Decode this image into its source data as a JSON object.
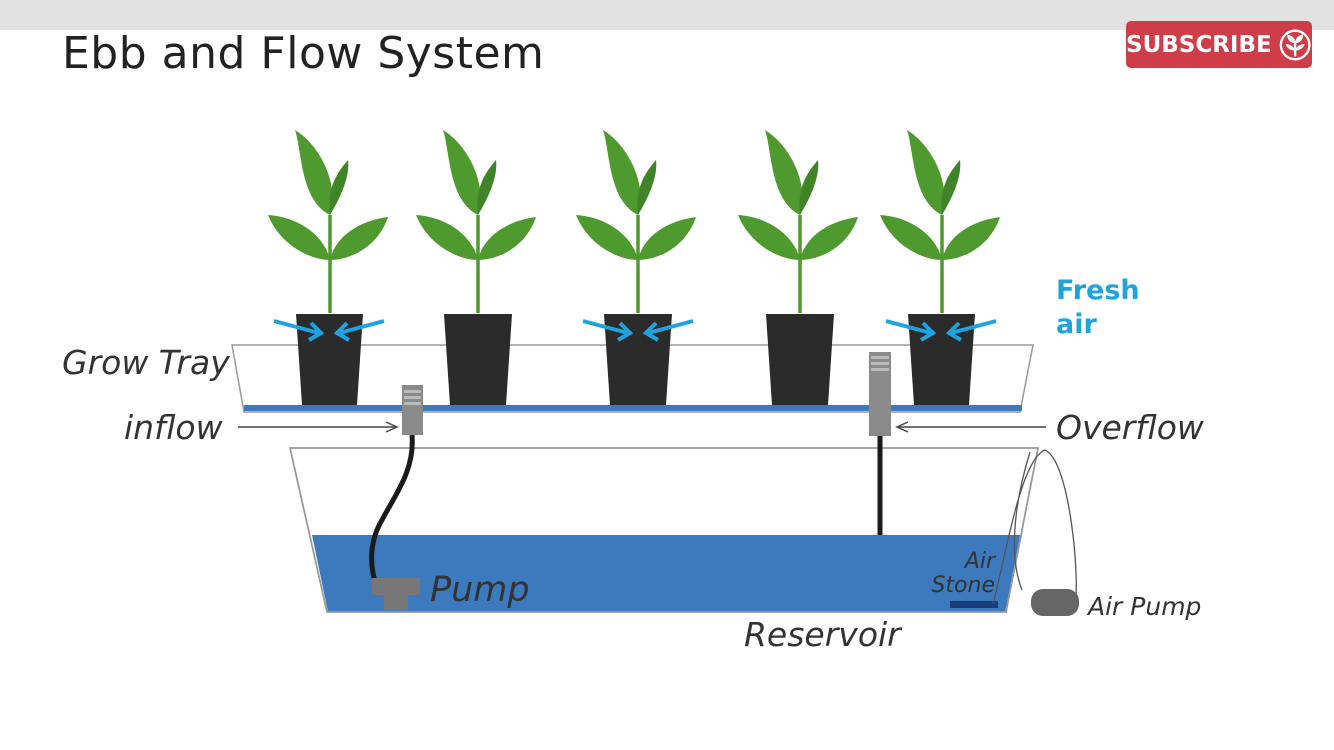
{
  "title": "Ebb and Flow System",
  "subscribe": {
    "label": "SUBSCRIBE",
    "icon": "seedling-icon",
    "color": "#cf3d49"
  },
  "labels": {
    "grow_tray": "Grow Tray",
    "inflow": "inflow",
    "overflow": "Overflow",
    "fresh_air_line1": "Fresh",
    "fresh_air_line2": "air",
    "pump": "Pump",
    "air_stone_line1": "Air",
    "air_stone_line2": "Stone",
    "reservoir": "Reservoir",
    "air_pump": "Air Pump"
  },
  "colors": {
    "leaf": "#4e9a2f",
    "leaf_dark": "#3f8426",
    "pot": "#2b2b2b",
    "water": "#3c79bd",
    "fresh_air": "#1fa3e0",
    "tube": "#1b1b1b",
    "fitting": "#8a8a8a",
    "air_pump": "#666666",
    "air_stone": "#1a3d7a"
  }
}
